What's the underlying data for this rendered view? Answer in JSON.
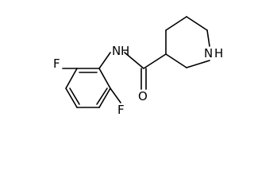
{
  "molecule": {
    "atom_labels": {
      "fluorine_top": "F",
      "fluorine_bottom": "F",
      "amide_nitrogen": "N",
      "hydrogen_on_amide_nitrogen": "H",
      "carbonyl_oxygen": "O",
      "ring_nitrogen": "N",
      "hydrogen_on_ring_nitrogen": "H"
    }
  }
}
